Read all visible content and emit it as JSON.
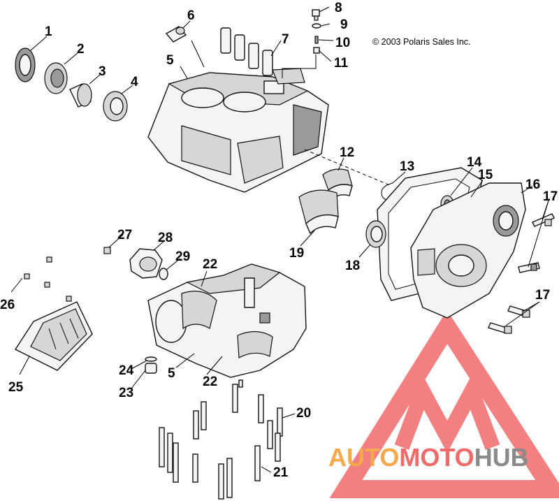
{
  "copyright": "© 2003 Polaris Sales Inc.",
  "callouts": {
    "c1": "1",
    "c2": "2",
    "c3": "3",
    "c4": "4",
    "c5a": "5",
    "c5b": "5",
    "c6": "6",
    "c7": "7",
    "c8": "8",
    "c9": "9",
    "c10": "10",
    "c11": "11",
    "c12": "12",
    "c13": "13",
    "c14": "14",
    "c15": "15",
    "c16": "16",
    "c17a": "17",
    "c17b": "17",
    "c18": "18",
    "c19": "19",
    "c20": "20",
    "c21": "21",
    "c22a": "22",
    "c22b": "22",
    "c23": "23",
    "c24": "24",
    "c25": "25",
    "c26": "26",
    "c27": "27",
    "c28": "28",
    "c29": "29"
  },
  "watermark": {
    "word_part1": "AUTO",
    "word_part2": "MOTO",
    "word_part3": "HUB",
    "color_orange": "#f5a94a",
    "color_red": "#f06a6a",
    "color_gray": "#8a8a8a"
  }
}
